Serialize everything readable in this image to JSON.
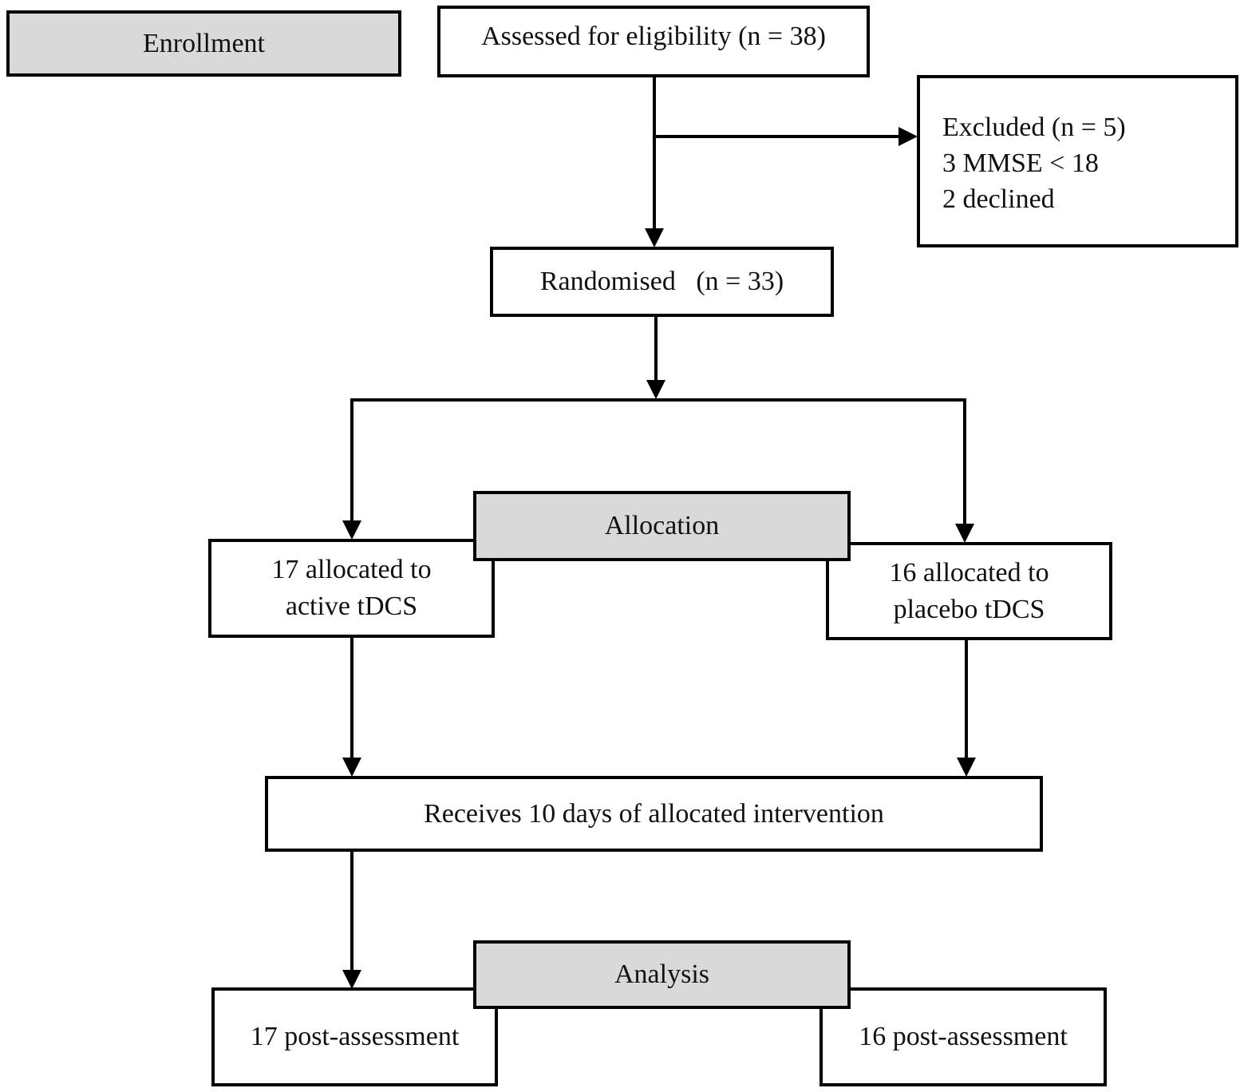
{
  "stages": {
    "enrollment": "Enrollment",
    "allocation": "Allocation",
    "analysis": "Analysis"
  },
  "boxes": {
    "assessed": "Assessed for eligibility (n = 38)",
    "excluded": {
      "title": "Excluded (n = 5)",
      "reasons": [
        "3 MMSE < 18",
        "2 declined"
      ]
    },
    "randomised": "Randomised   (n = 33)",
    "active": [
      "17 allocated to",
      "active tDCS"
    ],
    "placebo": [
      "16 allocated to",
      "placebo tDCS"
    ],
    "intervention": "Receives 10 days of allocated intervention",
    "post_active": "17 post-assessment",
    "post_placebo": "16 post-assessment"
  },
  "colors": {
    "stage_fill": "#d9d9d9",
    "border": "#000000"
  }
}
